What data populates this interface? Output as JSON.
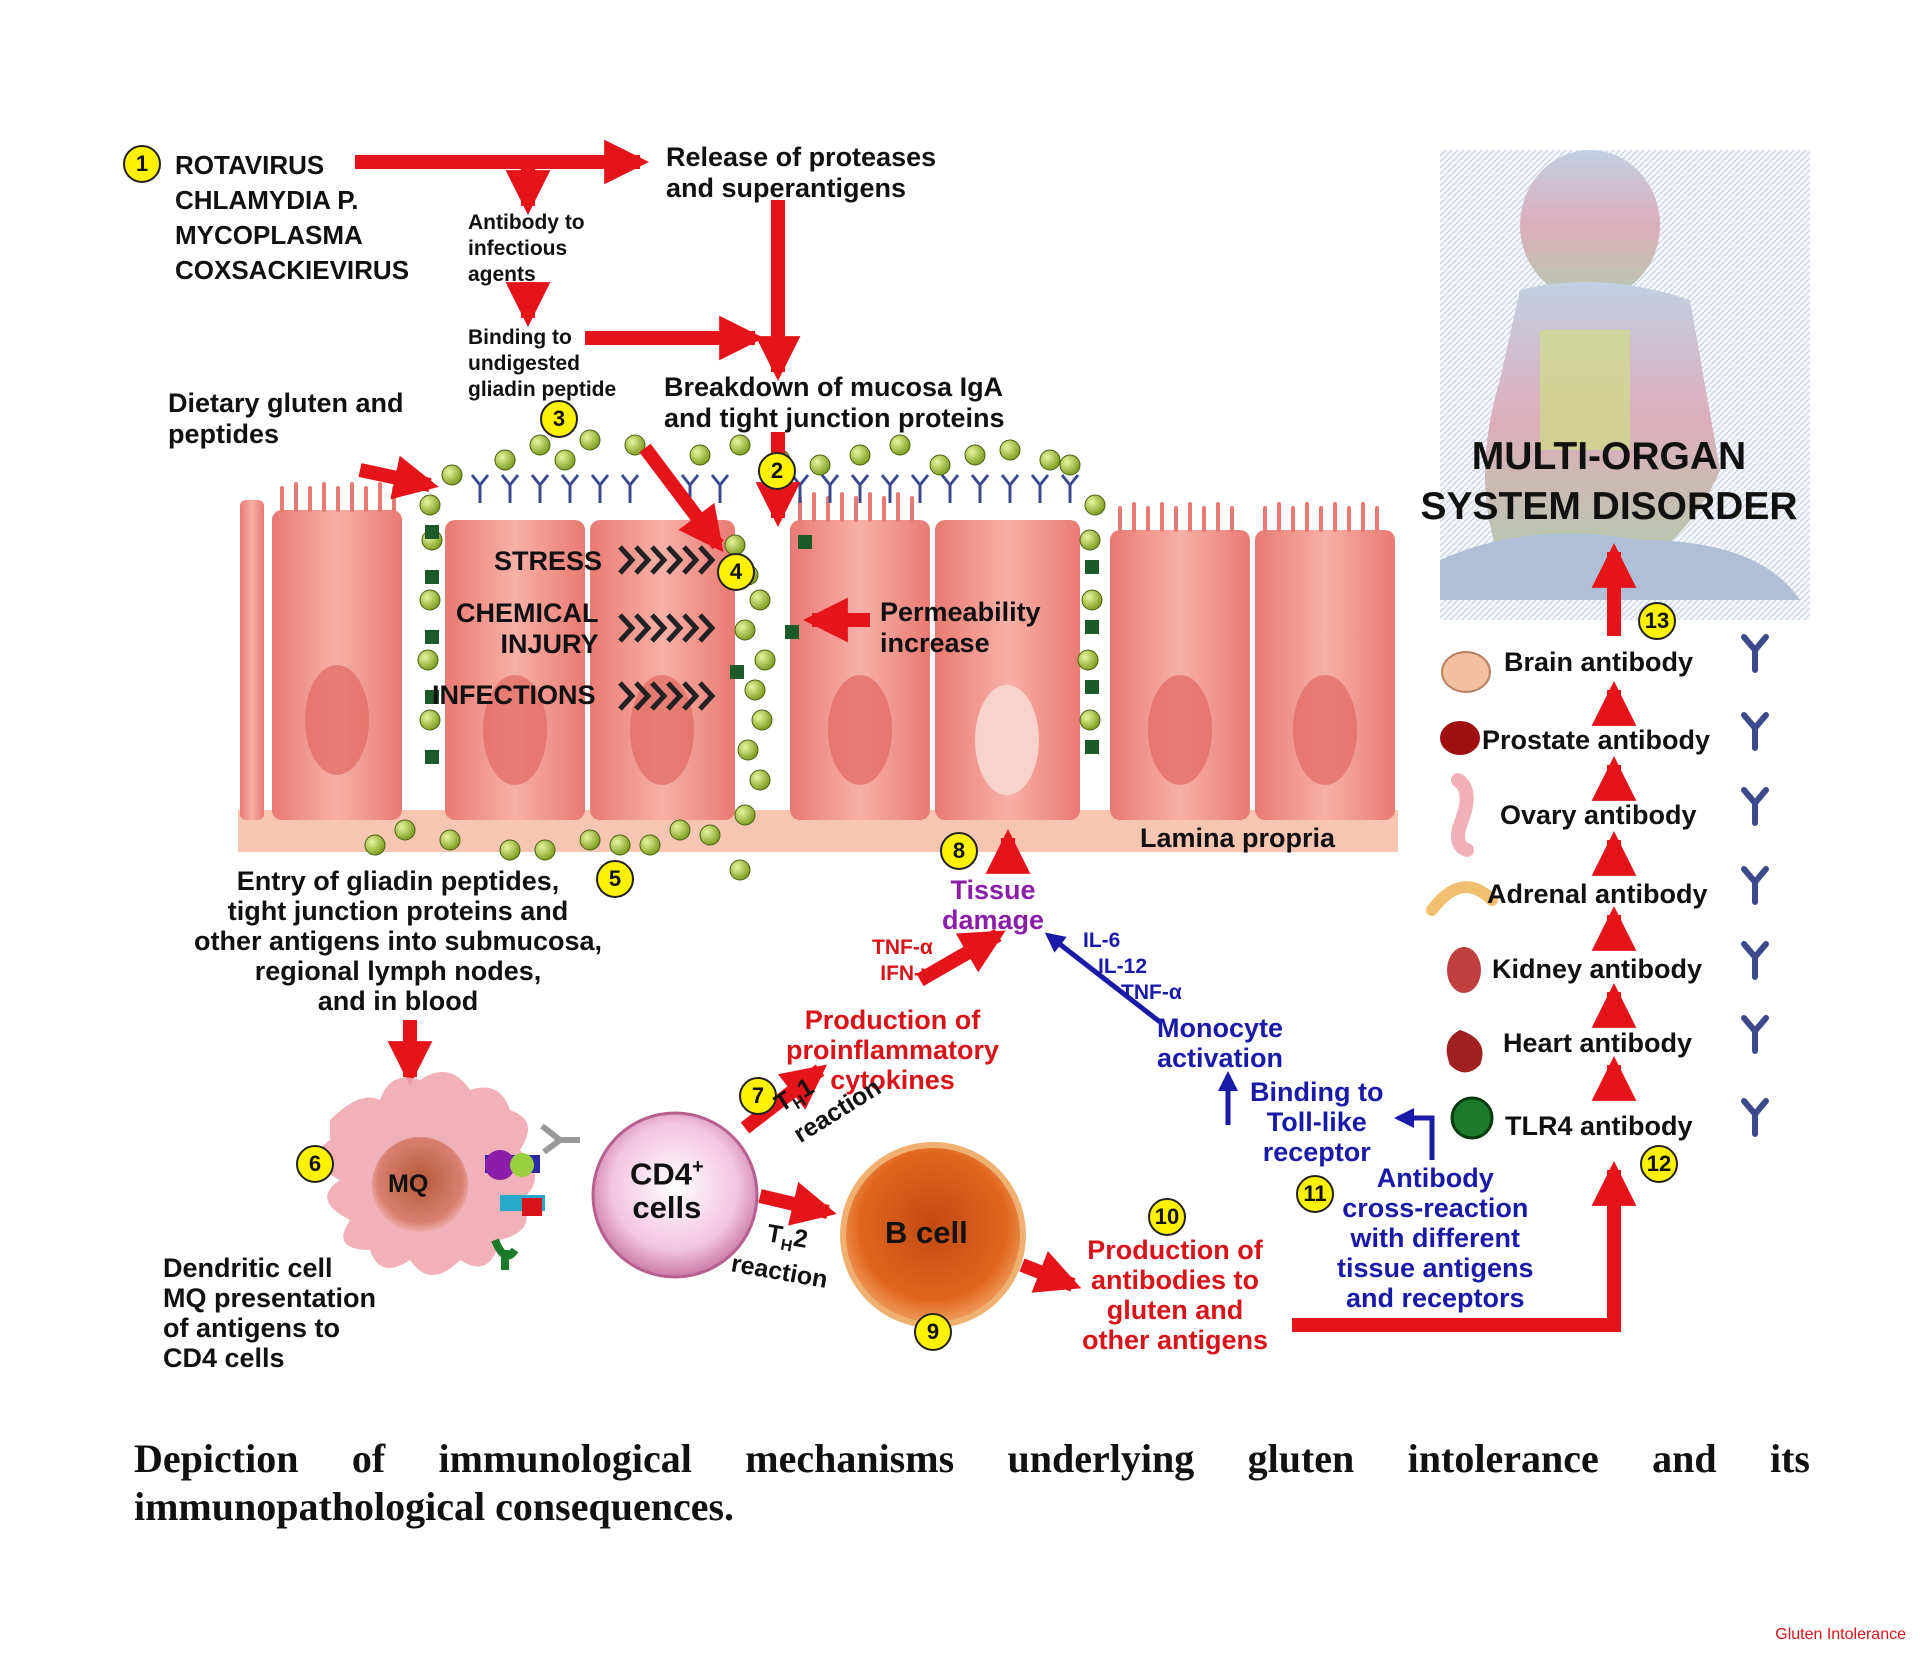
{
  "numbers": [
    "1",
    "2",
    "3",
    "4",
    "5",
    "6",
    "7",
    "8",
    "9",
    "10",
    "11",
    "12",
    "13"
  ],
  "pathogens": [
    "ROTAVIRUS",
    "CHLAMYDIA P.",
    "MYCOPLASMA",
    "COXSACKIEVIRUS"
  ],
  "labels": {
    "release_line1": "Release of proteases",
    "release_line2": "and superantigens",
    "antibody_agents_1": "Antibody to",
    "antibody_agents_2": "infectious",
    "antibody_agents_3": "agents",
    "binding_1": "Binding to",
    "binding_2": "undigested",
    "binding_3": "gliadin peptide",
    "breakdown_1": "Breakdown of mucosa IgA",
    "breakdown_2": "and tight junction proteins",
    "dietary_1": "Dietary gluten and",
    "dietary_2": "peptides",
    "stress": "STRESS",
    "chemical_1": "CHEMICAL",
    "chemical_2": "INJURY",
    "infections": "INFECTIONS",
    "permeability_1": "Permeability",
    "permeability_2": "increase",
    "lamina": "Lamina propria",
    "entry_1": "Entry of gliadin peptides,",
    "entry_2": "tight junction proteins and",
    "entry_3": "other antigens into submucosa,",
    "entry_4": "regional lymph nodes,",
    "entry_5": "and in blood",
    "tissue_1": "Tissue",
    "tissue_2": "damage",
    "tnf_red": "TNF-α",
    "ifn": "IFN-γ",
    "il6": "IL-6",
    "il12": "IL-12",
    "tnf_blue": "TNF-α",
    "prod_cyto_1": "Production of",
    "prod_cyto_2": "proinflammatory",
    "prod_cyto_3": "cytokines",
    "monocyte_1": "Monocyte",
    "monocyte_2": "activation",
    "toll_1": "Binding to",
    "toll_2": "Toll-like",
    "toll_3": "receptor",
    "cross_1": "Antibody",
    "cross_2": "cross-reaction",
    "cross_3": "with different",
    "cross_4": "tissue antigens",
    "cross_5": "and receptors",
    "mq": "MQ",
    "cd4_1": "CD4",
    "cd4_sup": "+",
    "cd4_2": "cells",
    "bcell": "B cell",
    "th1_a": "T",
    "th1_sub": "H",
    "th1_b": "1",
    "th1_reaction": "reaction",
    "th2_a": "T",
    "th2_sub": "H",
    "th2_b": "2",
    "th2_reaction": "reaction",
    "dendritic_1": "Dendritic cell",
    "dendritic_2": "MQ presentation",
    "dendritic_3": "of antigens to",
    "dendritic_4": "CD4 cells",
    "prod_ab_1": "Production of",
    "prod_ab_2": "antibodies to",
    "prod_ab_3": "gluten and",
    "prod_ab_4": "other antigens",
    "multi_1": "MULTI-ORGAN",
    "multi_2": "SYSTEM DISORDER"
  },
  "antibodies": [
    {
      "label": "Brain antibody",
      "icon": "brain-icon"
    },
    {
      "label": "Prostate antibody",
      "icon": "prostate-icon"
    },
    {
      "label": "Ovary antibody",
      "icon": "ovary-icon"
    },
    {
      "label": "Adrenal antibody",
      "icon": "adrenal-icon"
    },
    {
      "label": "Kidney antibody",
      "icon": "kidney-icon"
    },
    {
      "label": "Heart antibody",
      "icon": "heart-icon"
    },
    {
      "label": "TLR4 antibody",
      "icon": "tlr4-icon"
    }
  ],
  "caption": "Depiction of immunological mechanisms underlying gluten intolerance and its immunopathological consequences.",
  "footer": "Gluten Intolerance",
  "colors": {
    "arrow_red": "#e5141b",
    "arrow_blue": "#1a1aa8",
    "badge_yellow": "#fff200",
    "cell_pink": "#f2948c",
    "antibody_blue": "#3c4a8c"
  }
}
